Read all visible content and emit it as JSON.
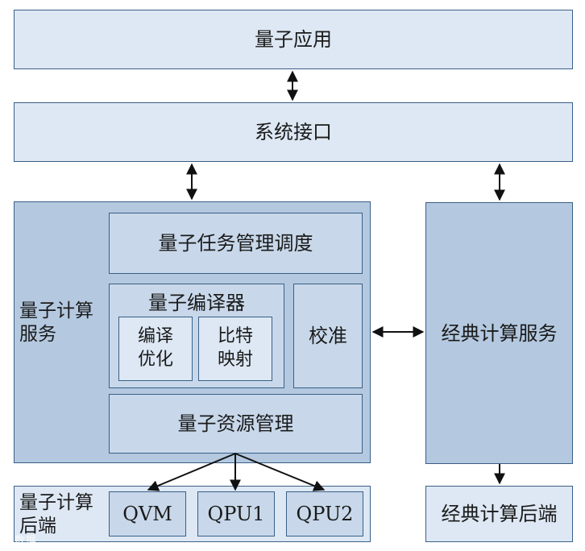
{
  "layers": {
    "app": "量子应用",
    "system_interface": "系统接口",
    "quantum_service": {
      "label_line1": "量子计算",
      "label_line2": "服务",
      "task_scheduling": "量子任务管理调度",
      "compiler": {
        "title": "量子编译器",
        "opt_line1": "编译",
        "opt_line2": "优化",
        "map_line1": "比特",
        "map_line2": "映射"
      },
      "calibration": "校准",
      "resource_mgmt": "量子资源管理"
    },
    "classical_service": "经典计算服务",
    "quantum_backend": {
      "label_line1": "量子计算",
      "label_line2": "后端",
      "qvm": "QVM",
      "qpu1": "QPU1",
      "qpu2": "QPU2"
    },
    "classical_backend": "经典计算后端"
  },
  "watermark": "大数据"
}
